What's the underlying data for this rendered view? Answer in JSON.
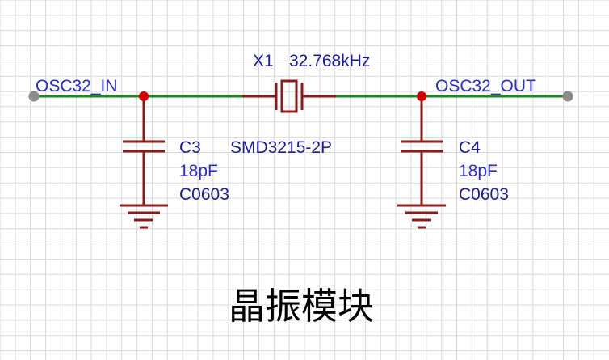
{
  "colors": {
    "background": "#ffffff",
    "grid": "#d8d8d8",
    "wire": "#1b8a1b",
    "component": "#8b1a1a",
    "junction": "#d40000",
    "port": "#8c8c8c",
    "net_label": "#2a2ad4",
    "refdes": "#1a1aa0",
    "title": "#000000"
  },
  "nets": {
    "left": "OSC32_IN",
    "right": "OSC32_OUT"
  },
  "crystal": {
    "refdes": "X1",
    "value": "32.768kHz",
    "footprint": "SMD3215-2P",
    "icon": "crystal-icon"
  },
  "capacitors": [
    {
      "refdes": "C3",
      "value": "18pF",
      "footprint": "C0603",
      "icon": "capacitor-icon"
    },
    {
      "refdes": "C4",
      "value": "18pF",
      "footprint": "C0603",
      "icon": "capacitor-icon"
    }
  ],
  "ground_icon": "ground-icon",
  "title": "晶振模块"
}
